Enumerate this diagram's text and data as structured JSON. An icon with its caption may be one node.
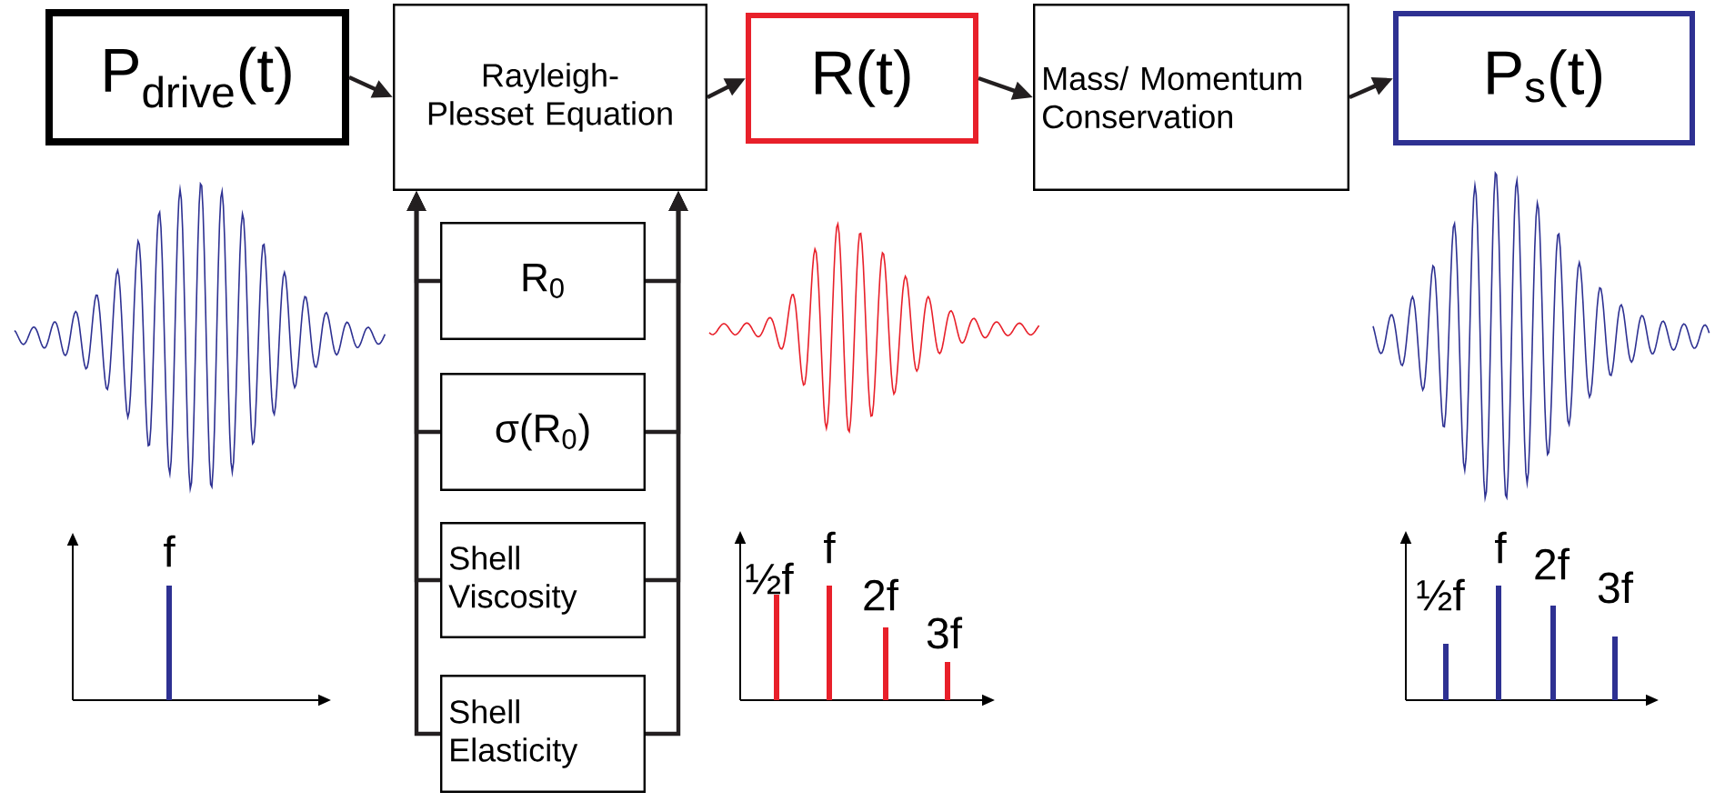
{
  "diagram": {
    "nodes": [
      {
        "text": [
          "P$_{drive}$(t)"
        ]
      },
      {
        "text": [
          "Rayleigh- Plesset Equation"
        ]
      },
      {
        "text": [
          "R(t)"
        ]
      },
      {
        "text": [
          "Mass/ Momentum Conservation"
        ]
      },
      {
        "text": [
          "P$_{s}$(t)"
        ]
      },
      {
        "text": [
          "R$_{0}$"
        ]
      },
      {
        "text": [
          "σ(R$_{0}$)"
        ]
      },
      {
        "text": [
          "Shell Viscosity"
        ]
      },
      {
        "text": [
          "Shell Elasticity"
        ]
      }
    ],
    "edges": [
      {
        "from": 0,
        "to": 1,
        "arrow": "to"
      },
      {
        "from": 1,
        "to": 2,
        "arrow": "to"
      },
      {
        "from": 2,
        "to": 3,
        "arrow": "to"
      },
      {
        "from": 3,
        "to": 4,
        "arrow": "to"
      },
      {
        "from": 5,
        "to": 1,
        "arrow": "to"
      },
      {
        "from": 6,
        "to": 1,
        "arrow": "to"
      },
      {
        "from": 7,
        "to": 1,
        "arrow": "to"
      },
      {
        "from": 8,
        "to": 1,
        "arrow": "to"
      },
      {
        "from": 5,
        "to": 1,
        "arrow": "to"
      },
      {
        "from": 6,
        "to": 1,
        "arrow": "to"
      },
      {
        "from": 7,
        "to": 1,
        "arrow": "to"
      },
      {
        "from": 8,
        "to": 1,
        "arrow": "to"
      }
    ],
    "labels": [
      "f",
      "½f",
      "f",
      "2f",
      "3f",
      "½f",
      "f",
      "2f",
      "3f"
    ]
  }
}
